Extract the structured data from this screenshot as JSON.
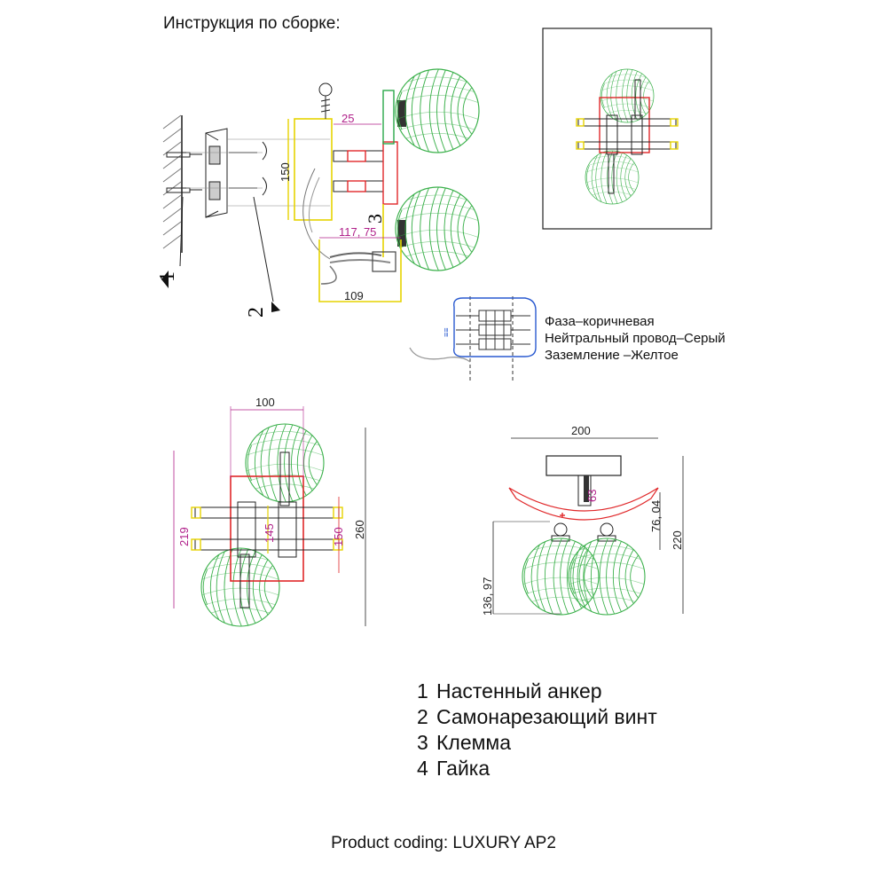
{
  "header": {
    "title": "Инструкция по сборке:"
  },
  "side_view": {
    "dims": {
      "d25": "25",
      "d150": "150",
      "d117": "117, 75",
      "d109": "109"
    },
    "callouts": {
      "c1": "1",
      "c2": "2",
      "c3": "3"
    }
  },
  "wiring": {
    "lines": [
      "Фаза–коричневая",
      "Нейтральный провод–Серый",
      "Заземление –Желтое"
    ]
  },
  "front_view": {
    "dims": {
      "d100": "100",
      "d219": "219",
      "d145": "145",
      "d150": "150",
      "d260": "260"
    }
  },
  "bottom_view": {
    "dims": {
      "d200": "200",
      "d63": "63",
      "d7604": "76, 04",
      "d13697": "136, 97",
      "d220": "220"
    }
  },
  "parts_list": [
    {
      "num": "1",
      "label": "Настенный анкер"
    },
    {
      "num": "2",
      "label": "Самонарезающий винт"
    },
    {
      "num": "3",
      "label": "Клемма"
    },
    {
      "num": "4",
      "label": "Гайка"
    }
  ],
  "footer": {
    "coding": "Product coding: LUXURY AP2"
  },
  "colors": {
    "sphere": "#3ab04a",
    "dimension_magenta": "#b0208a",
    "bracket_yellow": "#e6d300",
    "highlight_red": "#e0282a",
    "rod_green": "#2aa84a",
    "wire_blue": "#2a5ad0"
  }
}
